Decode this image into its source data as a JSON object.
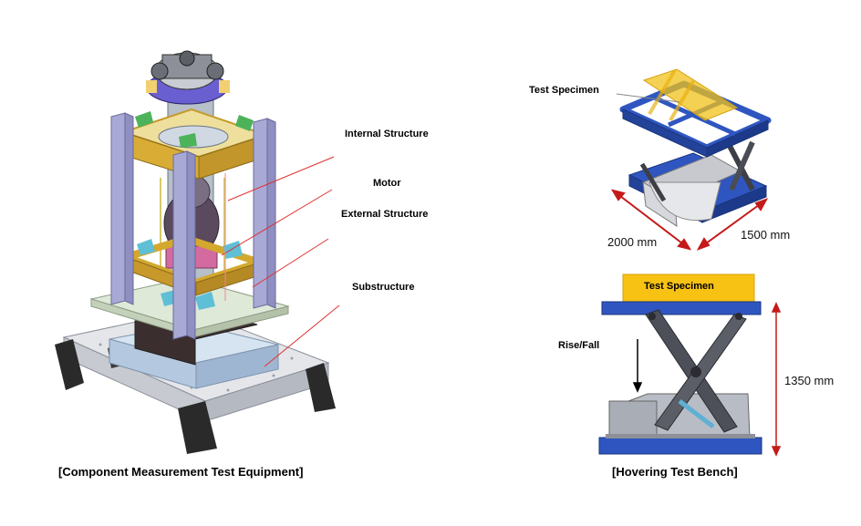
{
  "left_figure": {
    "labels": {
      "internal_structure": "Internal Structure",
      "motor": "Motor",
      "external_structure": "External Structure",
      "substructure": "Substructure"
    },
    "caption": "[Component Measurement Test Equipment]"
  },
  "right_figure": {
    "top_label_specimen": "Test Specimen",
    "dim_2000": "2000 mm",
    "dim_1500": "1500 mm",
    "specimen_box_label": "Test Specimen",
    "rise_fall": "Rise/Fall",
    "dim_1350": "1350 mm",
    "caption": "[Hovering Test Bench]"
  },
  "colors": {
    "frame_blue": "#2a4fb8",
    "specimen_yellow": "#f2c21a",
    "leader_red": "#e03030",
    "column_lavender": "#a9a9d6",
    "plate_yellow": "#e0b83a"
  }
}
